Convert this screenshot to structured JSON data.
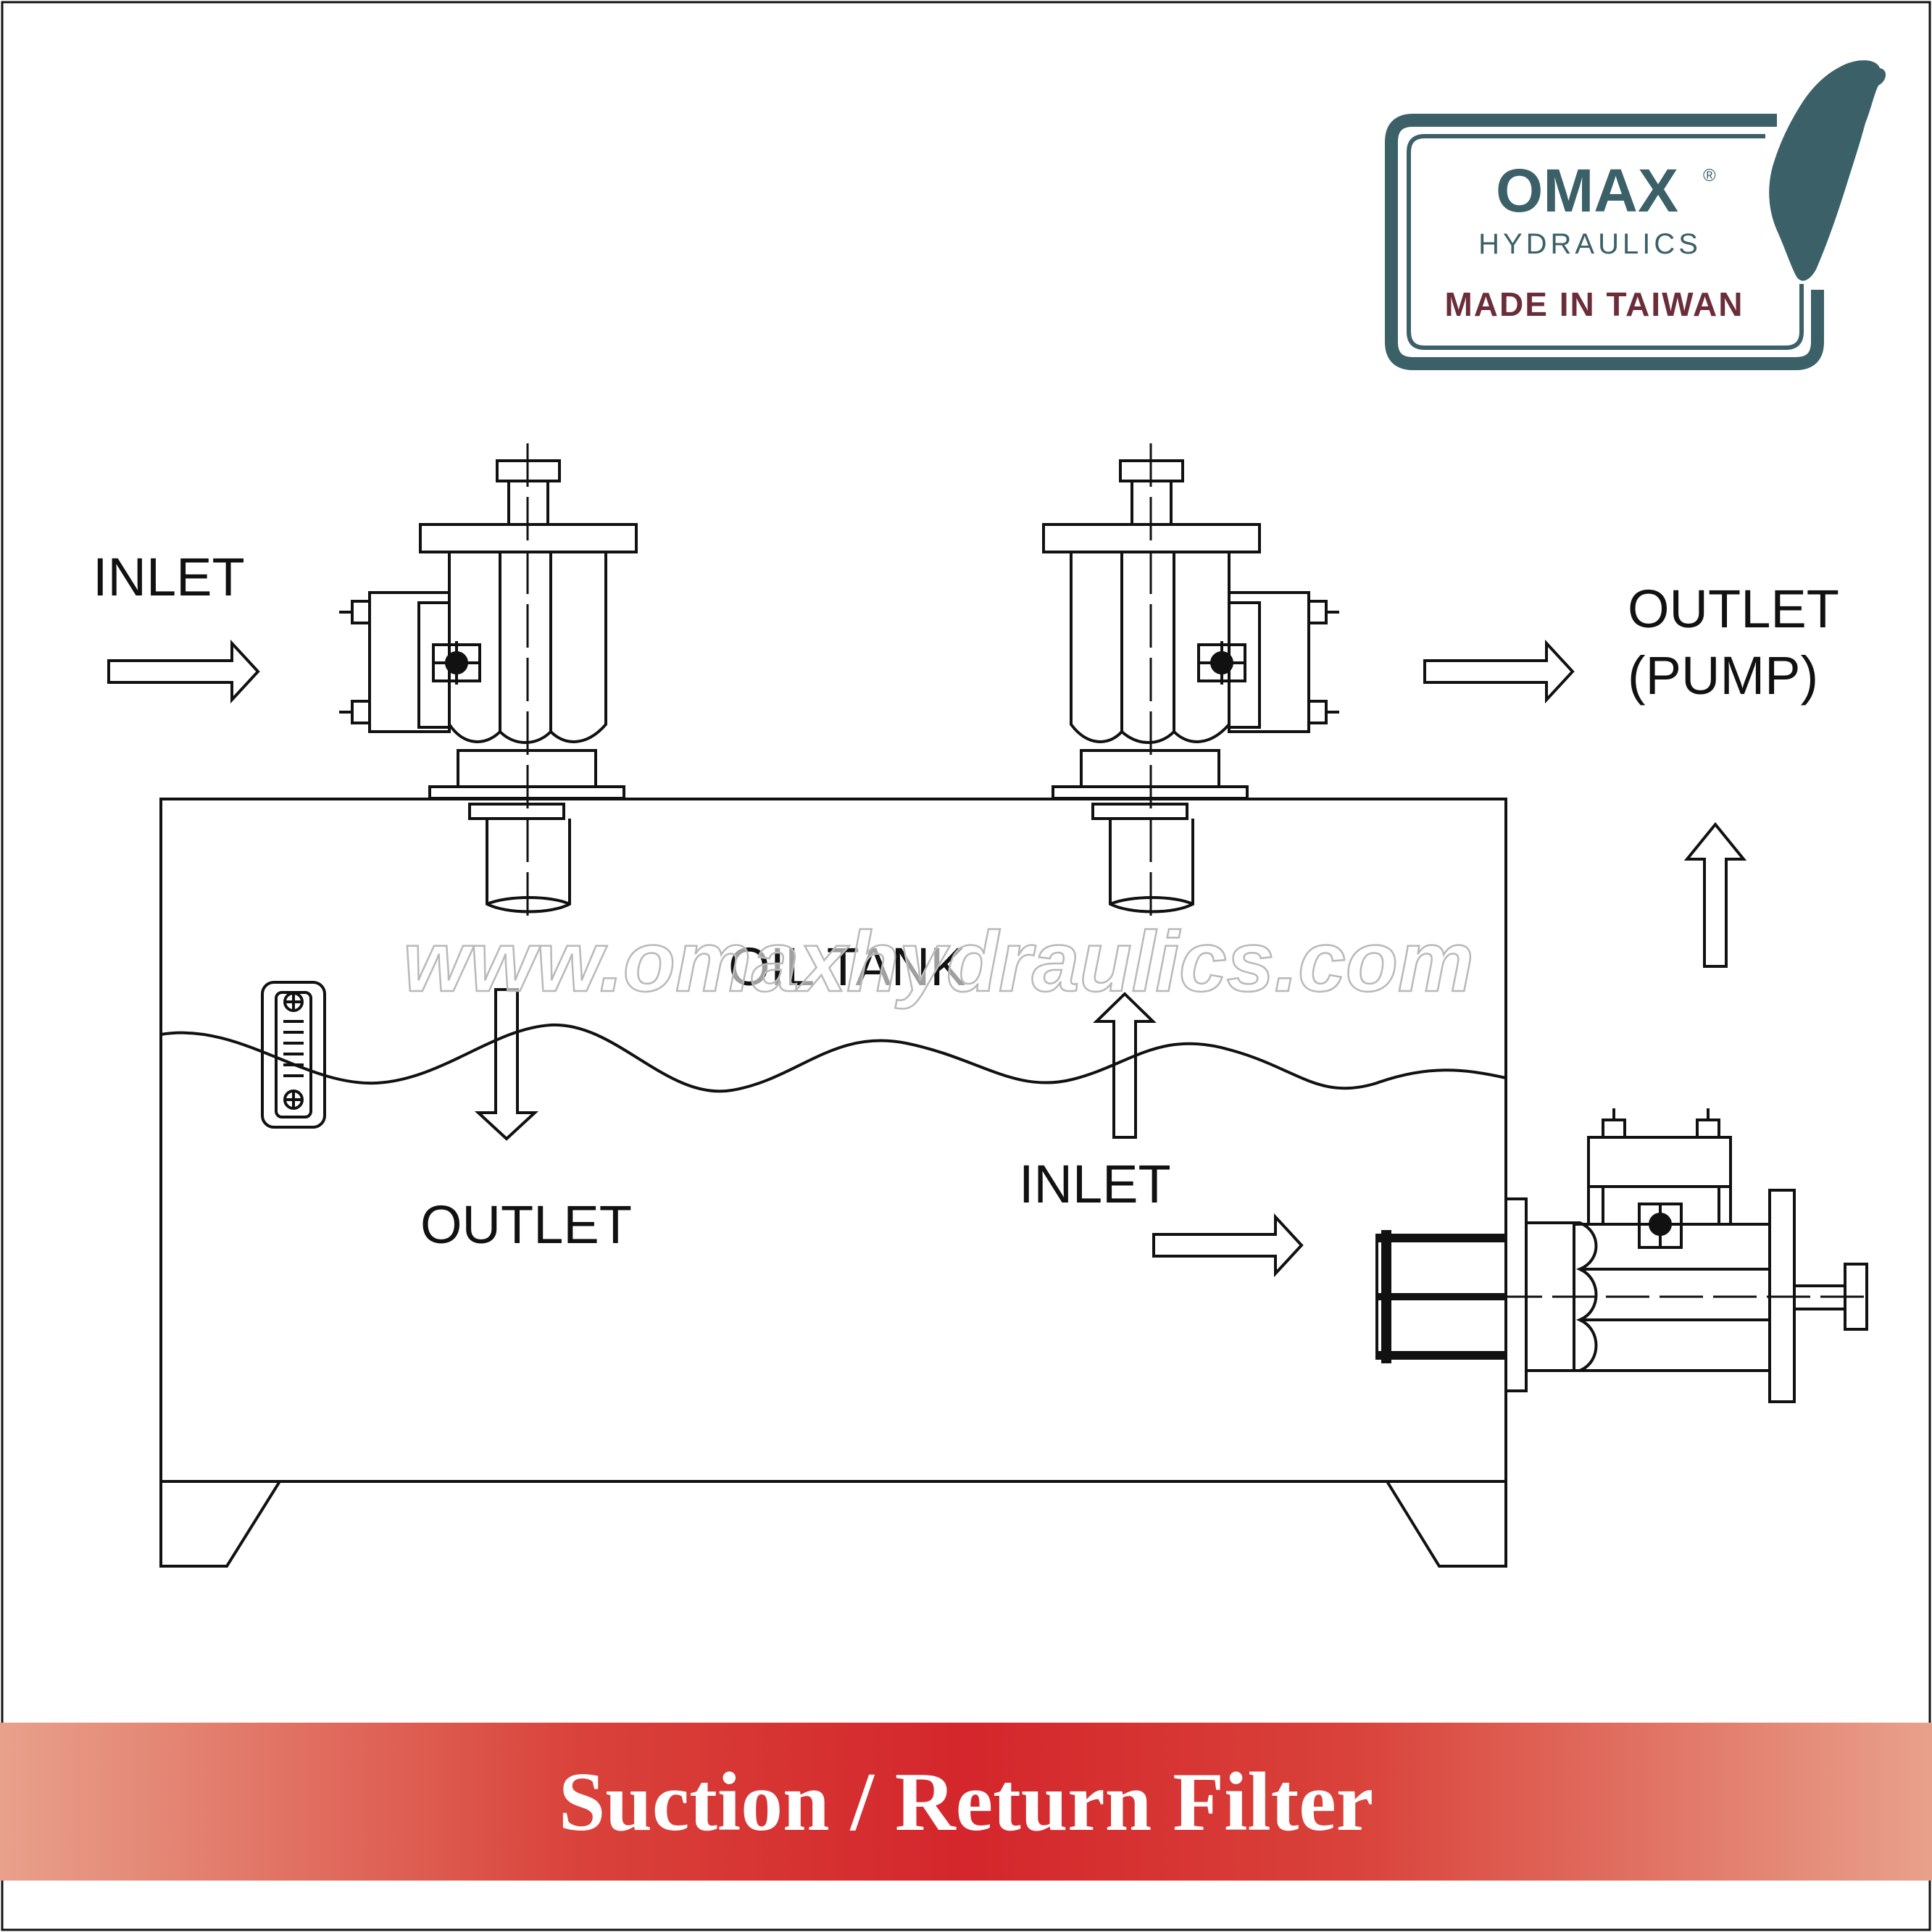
{
  "banner": {
    "title": "Suction / Return Filter"
  },
  "stamp": {
    "brand": "OMAX",
    "registered": "®",
    "subtitle": "HYDRAULICS",
    "origin": "MADE IN TAIWAN",
    "color": "#3b6068",
    "origin_color": "#6b2d3a"
  },
  "watermark": "www.omaxhydraulics.com",
  "diagram": {
    "tank_label": "OIL TANK",
    "labels": {
      "top_inlet": "INLET",
      "top_outlet_line1": "OUTLET",
      "top_outlet_line2": "(PUMP)",
      "tank_outlet": "OUTLET",
      "tank_inlet": "INLET"
    }
  },
  "colors": {
    "banner": "#d4262c",
    "banner_edge": "#e8a18c",
    "line": "#111111"
  }
}
